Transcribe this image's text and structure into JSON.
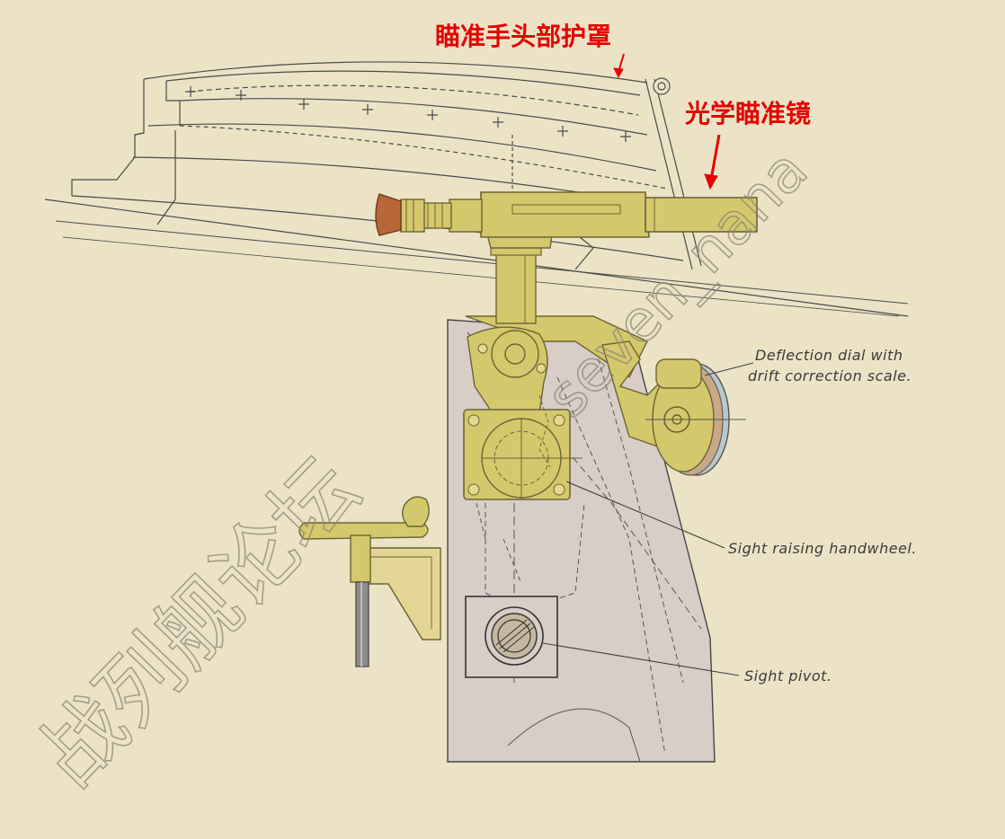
{
  "annotations": {
    "hood": "瞄准手头部护罩",
    "scope": "光学瞄准镜"
  },
  "labels": {
    "deflection_line1": "Deflection dial with",
    "deflection_line2": "drift correction scale.",
    "handwheel": "Sight raising handwheel.",
    "pivot": "Sight pivot."
  },
  "watermark": {
    "cn": "战列舰论坛",
    "en": "seven_nana"
  },
  "colors": {
    "background": "#ece3c6",
    "brass": "#d4c86c",
    "brass_edge": "#6b6434",
    "pedestal": "#d9cdc8",
    "rubber": "#b8673a",
    "dial": "#b9c8c8",
    "annotation": "#e60000",
    "line": "#3f3f3f"
  }
}
